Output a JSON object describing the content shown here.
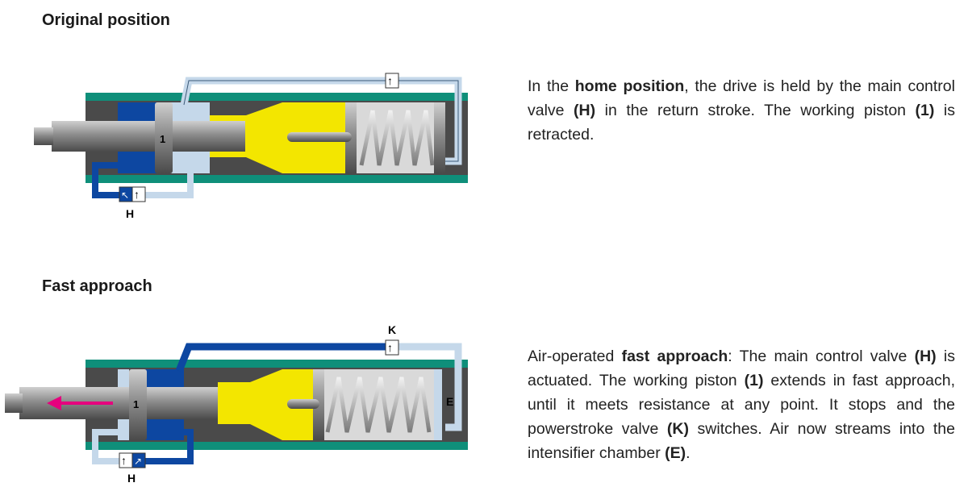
{
  "sections": [
    {
      "title": "Original position",
      "description": [
        {
          "t": "In the ",
          "b": false
        },
        {
          "t": "home position",
          "b": true
        },
        {
          "t": ", the drive is held by the main control valve ",
          "b": false
        },
        {
          "t": "(H)",
          "b": true
        },
        {
          "t": " in the return stroke. The working piston ",
          "b": false
        },
        {
          "t": "(1)",
          "b": true
        },
        {
          "t": " is retracted.",
          "b": false
        }
      ],
      "labels": {
        "piston": "1",
        "main_valve": "H"
      }
    },
    {
      "title": "Fast approach",
      "description": [
        {
          "t": "Air-operated ",
          "b": false
        },
        {
          "t": "fast approach",
          "b": true
        },
        {
          "t": ": The main control valve ",
          "b": false
        },
        {
          "t": "(H)",
          "b": true
        },
        {
          "t": " is actuated. The working piston ",
          "b": false
        },
        {
          "t": "(1)",
          "b": true
        },
        {
          "t": " extends in fast approach, until it meets resistance at any point. It stops and the powerstroke valve ",
          "b": false
        },
        {
          "t": "(K)",
          "b": true
        },
        {
          "t": " switches. Air now streams into the intensifier chamber ",
          "b": false
        },
        {
          "t": "(E)",
          "b": true
        },
        {
          "t": ".",
          "b": false
        }
      ],
      "labels": {
        "piston": "1",
        "main_valve": "H",
        "powerstroke_valve": "K",
        "chamber": "E"
      }
    }
  ],
  "colors": {
    "housing_green": "#0f8f7a",
    "housing_dark": "#4a4a4a",
    "air_dark_blue": "#0d47a1",
    "air_light_blue": "#c5d8ea",
    "oil_yellow": "#f3e600",
    "piston_grey": "#8a8a8a",
    "arrow_magenta": "#e6007e"
  }
}
